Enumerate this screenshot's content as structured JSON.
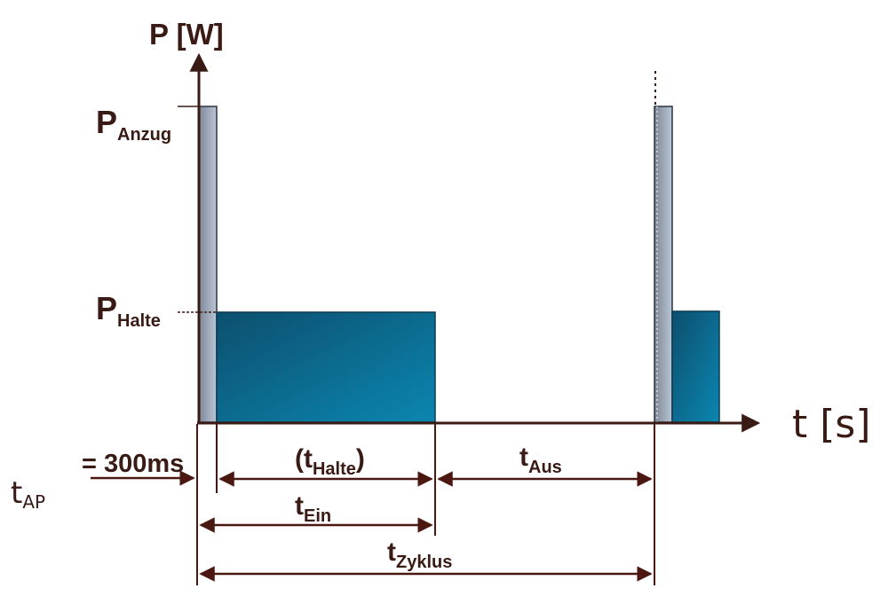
{
  "axes": {
    "y_label": "P [W]",
    "x_label": "t [s]"
  },
  "levels": {
    "anzug": {
      "main": "P",
      "sub": "Anzug"
    },
    "halte": {
      "main": "P",
      "sub": "Halte"
    }
  },
  "timings": {
    "t_ap": {
      "main": "t",
      "sub": "AP",
      "value": "= 300ms"
    },
    "t_halte": {
      "open": "(t",
      "sub": "Halte",
      "close": ")"
    },
    "t_aus": {
      "main": "t",
      "sub": "Aus"
    },
    "t_ein": {
      "main": "t",
      "sub": "Ein"
    },
    "t_zyklus": {
      "main": "t",
      "sub": "Zyklus"
    }
  },
  "colors": {
    "axis": "#3a1a14",
    "pulse_fill": "#a9b7c8",
    "hold_fill": "#0f6e93",
    "dimension_line": "#4a1810"
  }
}
